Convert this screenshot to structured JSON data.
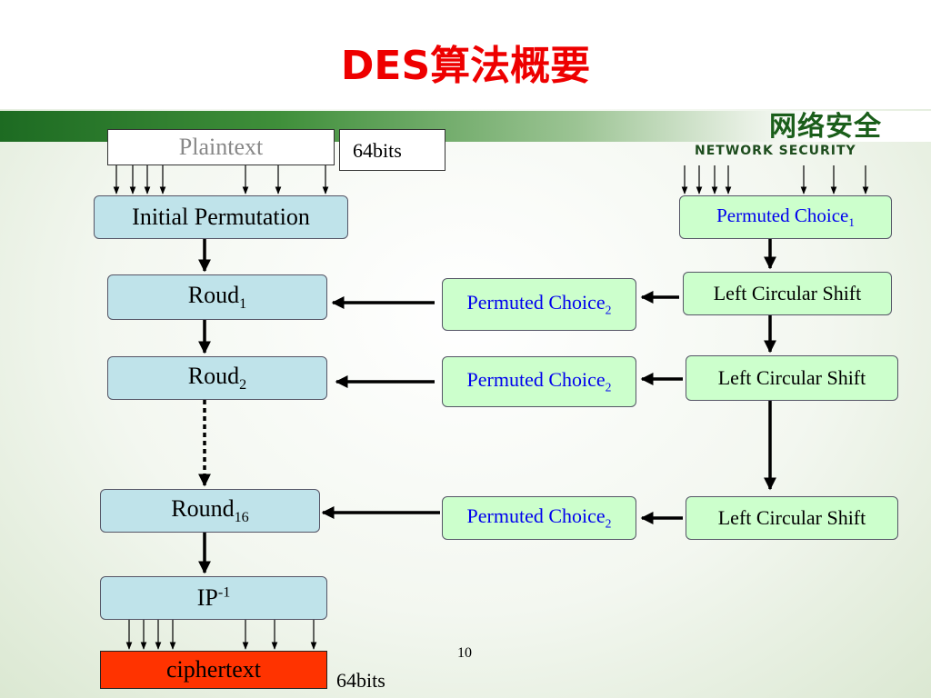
{
  "title": "DES算法概要",
  "logo": {
    "cn": "网络安全",
    "en": "NETWORK SECURITY"
  },
  "left": {
    "plaintext": "Plaintext",
    "plaintext_bits": "64bits",
    "initial_permutation": "Initial Permutation",
    "round1": {
      "text": "Roud",
      "sub": "1"
    },
    "round2": {
      "text": "Roud",
      "sub": "2"
    },
    "round16": {
      "text": "Round",
      "sub": "16"
    },
    "ip_inverse": {
      "text": "IP",
      "sup": "-1"
    },
    "ciphertext": "ciphertext",
    "ciphertext_bits": "64bits"
  },
  "right": {
    "pc1": {
      "text": "Permuted Choice",
      "sub": "1"
    },
    "lcs1": "Left  Circular Shift",
    "lcs2": "Left  Circular Shift",
    "lcs3": "Left  Circular Shift"
  },
  "middle": {
    "pc2_a": {
      "text": "Permuted Choice",
      "sub": "2"
    },
    "pc2_b": {
      "text": "Permuted Choice",
      "sub": "2"
    },
    "pc2_c": {
      "text": "Permuted Choice",
      "sub": "2"
    }
  },
  "page_number": "10",
  "colors": {
    "title": "#ee0000",
    "round_box": "#bfe3ea",
    "key_box": "#ccffcc",
    "key_text": "#0000ee",
    "cipher_box": "#ff3300"
  }
}
